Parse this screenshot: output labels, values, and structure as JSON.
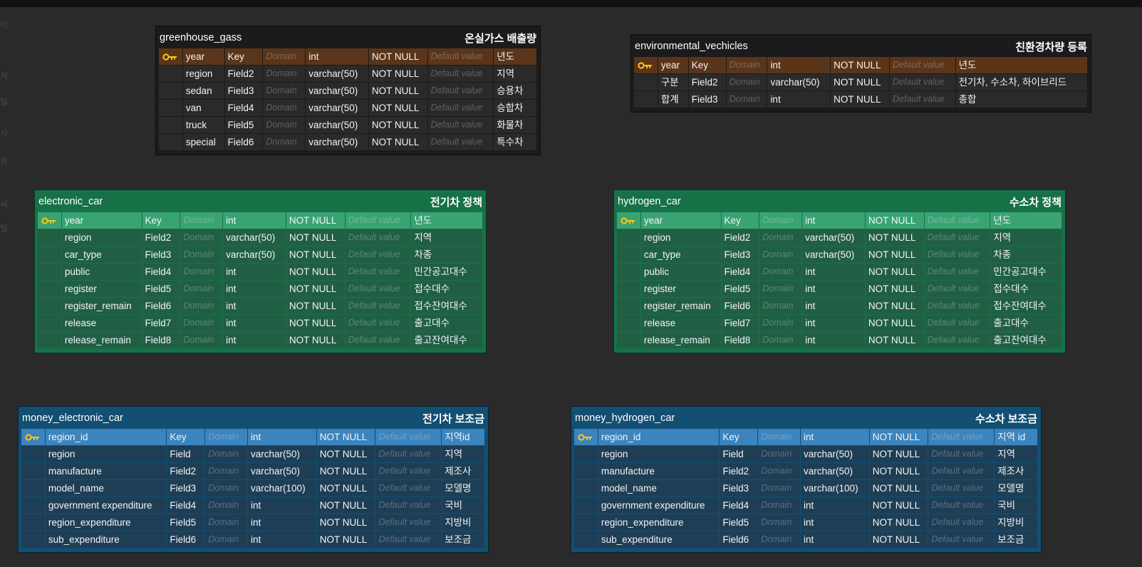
{
  "colors": {
    "canvas": "#2a2a2a",
    "gray_header": "#1b1b1b",
    "gray_pk_row": "#5a3519",
    "green_header": "#177147",
    "green_pk_row": "#3aa374",
    "blue_header": "#124f73",
    "blue_pk_row": "#3b84be",
    "key_icon": "#ffc516"
  },
  "tables": [
    {
      "id": "greenhouse_gass",
      "name": "greenhouse_gass",
      "label": "온실가스 배출량",
      "theme": "gray",
      "columns": [
        {
          "pk": true,
          "name": "year",
          "key": "Key",
          "domain": "Domain",
          "type": "int",
          "nullable": "NOT NULL",
          "default": "Default value",
          "comment": "년도"
        },
        {
          "pk": false,
          "name": "region",
          "key": "Field2",
          "domain": "Domain",
          "type": "varchar(50)",
          "nullable": "NOT NULL",
          "default": "Default value",
          "comment": "지역"
        },
        {
          "pk": false,
          "name": "sedan",
          "key": "Field3",
          "domain": "Domain",
          "type": "varchar(50)",
          "nullable": "NOT NULL",
          "default": "Default value",
          "comment": "승용차"
        },
        {
          "pk": false,
          "name": "van",
          "key": "Field4",
          "domain": "Domain",
          "type": "varchar(50)",
          "nullable": "NOT NULL",
          "default": "Default value",
          "comment": "승합차"
        },
        {
          "pk": false,
          "name": "truck",
          "key": "Field5",
          "domain": "Domain",
          "type": "varchar(50)",
          "nullable": "NOT NULL",
          "default": "Default value",
          "comment": "화물차"
        },
        {
          "pk": false,
          "name": "special",
          "key": "Field6",
          "domain": "Domain",
          "type": "varchar(50)",
          "nullable": "NOT NULL",
          "default": "Default value",
          "comment": "특수차"
        }
      ]
    },
    {
      "id": "environmental_vechicles",
      "name": "environmental_vechicles",
      "label": "친환경차량 등록",
      "theme": "gray",
      "columns": [
        {
          "pk": true,
          "name": "year",
          "key": "Key",
          "domain": "Domain",
          "type": "int",
          "nullable": "NOT NULL",
          "default": "Default value",
          "comment": "년도"
        },
        {
          "pk": false,
          "name": "구분",
          "key": "Field2",
          "domain": "Domain",
          "type": "varchar(50)",
          "nullable": "NOT NULL",
          "default": "Default value",
          "comment": "전기차, 수소차, 하이브리드"
        },
        {
          "pk": false,
          "name": "합계",
          "key": "Field3",
          "domain": "Domain",
          "type": "int",
          "nullable": "NOT NULL",
          "default": "Default value",
          "comment": "총합"
        }
      ]
    },
    {
      "id": "electronic_car",
      "name": "electronic_car",
      "label": "전기차 정책",
      "theme": "green",
      "columns": [
        {
          "pk": true,
          "name": "year",
          "key": "Key",
          "domain": "Domain",
          "type": "int",
          "nullable": "NOT NULL",
          "default": "Default value",
          "comment": "년도"
        },
        {
          "pk": false,
          "name": "region",
          "key": "Field2",
          "domain": "Domain",
          "type": "varchar(50)",
          "nullable": "NOT NULL",
          "default": "Default value",
          "comment": "지역"
        },
        {
          "pk": false,
          "name": "car_type",
          "key": "Field3",
          "domain": "Domain",
          "type": "varchar(50)",
          "nullable": "NOT NULL",
          "default": "Default value",
          "comment": "차종"
        },
        {
          "pk": false,
          "name": "public",
          "key": "Field4",
          "domain": "Domain",
          "type": "int",
          "nullable": "NOT NULL",
          "default": "Default value",
          "comment": "민간공고대수"
        },
        {
          "pk": false,
          "name": "register",
          "key": "Field5",
          "domain": "Domain",
          "type": "int",
          "nullable": "NOT NULL",
          "default": "Default value",
          "comment": "접수대수"
        },
        {
          "pk": false,
          "name": "register_remain",
          "key": "Field6",
          "domain": "Domain",
          "type": "int",
          "nullable": "NOT NULL",
          "default": "Default value",
          "comment": "접수잔여대수"
        },
        {
          "pk": false,
          "name": "release",
          "key": "Field7",
          "domain": "Domain",
          "type": "int",
          "nullable": "NOT NULL",
          "default": "Default value",
          "comment": "출고대수"
        },
        {
          "pk": false,
          "name": "release_remain",
          "key": "Field8",
          "domain": "Domain",
          "type": "int",
          "nullable": "NOT NULL",
          "default": "Default value",
          "comment": "출고잔여대수"
        }
      ]
    },
    {
      "id": "hydrogen_car",
      "name": "hydrogen_car",
      "label": "수소차 정책",
      "theme": "green",
      "columns": [
        {
          "pk": true,
          "name": "year",
          "key": "Key",
          "domain": "Domain",
          "type": "int",
          "nullable": "NOT NULL",
          "default": "Default value",
          "comment": "년도"
        },
        {
          "pk": false,
          "name": "region",
          "key": "Field2",
          "domain": "Domain",
          "type": "varchar(50)",
          "nullable": "NOT NULL",
          "default": "Default value",
          "comment": "지역"
        },
        {
          "pk": false,
          "name": "car_type",
          "key": "Field3",
          "domain": "Domain",
          "type": "varchar(50)",
          "nullable": "NOT NULL",
          "default": "Default value",
          "comment": "차종"
        },
        {
          "pk": false,
          "name": "public",
          "key": "Field4",
          "domain": "Domain",
          "type": "int",
          "nullable": "NOT NULL",
          "default": "Default value",
          "comment": "민간공고대수"
        },
        {
          "pk": false,
          "name": "register",
          "key": "Field5",
          "domain": "Domain",
          "type": "int",
          "nullable": "NOT NULL",
          "default": "Default value",
          "comment": "접수대수"
        },
        {
          "pk": false,
          "name": "register_remain",
          "key": "Field6",
          "domain": "Domain",
          "type": "int",
          "nullable": "NOT NULL",
          "default": "Default value",
          "comment": "접수잔여대수"
        },
        {
          "pk": false,
          "name": "release",
          "key": "Field7",
          "domain": "Domain",
          "type": "int",
          "nullable": "NOT NULL",
          "default": "Default value",
          "comment": "출고대수"
        },
        {
          "pk": false,
          "name": "release_remain",
          "key": "Field8",
          "domain": "Domain",
          "type": "int",
          "nullable": "NOT NULL",
          "default": "Default value",
          "comment": "출고잔여대수"
        }
      ]
    },
    {
      "id": "money_electronic_car",
      "name": "money_electronic_car",
      "label": "전기차 보조금",
      "theme": "blue",
      "columns": [
        {
          "pk": true,
          "name": "region_id",
          "key": "Key",
          "domain": "Domain",
          "type": "int",
          "nullable": "NOT NULL",
          "default": "Default value",
          "comment": "지역id"
        },
        {
          "pk": false,
          "name": "region",
          "key": "Field",
          "domain": "Domain",
          "type": "varchar(50)",
          "nullable": "NOT NULL",
          "default": "Default value",
          "comment": "지역"
        },
        {
          "pk": false,
          "name": "manufacture",
          "key": "Field2",
          "domain": "Domain",
          "type": "varchar(50)",
          "nullable": "NOT NULL",
          "default": "Default value",
          "comment": "제조사"
        },
        {
          "pk": false,
          "name": "model_name",
          "key": "Field3",
          "domain": "Domain",
          "type": "varchar(100)",
          "nullable": "NOT NULL",
          "default": "Default value",
          "comment": "모델명"
        },
        {
          "pk": false,
          "name": "government expenditure",
          "key": "Field4",
          "domain": "Domain",
          "type": "int",
          "nullable": "NOT NULL",
          "default": "Default value",
          "comment": "국비"
        },
        {
          "pk": false,
          "name": "region_expenditure",
          "key": "Field5",
          "domain": "Domain",
          "type": "int",
          "nullable": "NOT NULL",
          "default": "Default value",
          "comment": "지방비"
        },
        {
          "pk": false,
          "name": "sub_expenditure",
          "key": "Field6",
          "domain": "Domain",
          "type": "int",
          "nullable": "NOT NULL",
          "default": "Default value",
          "comment": "보조금"
        }
      ]
    },
    {
      "id": "money_hydrogen_car",
      "name": "money_hydrogen_car",
      "label": "수소차 보조금",
      "theme": "blue",
      "columns": [
        {
          "pk": true,
          "name": "region_id",
          "key": "Key",
          "domain": "Domain",
          "type": "int",
          "nullable": "NOT NULL",
          "default": "Default value",
          "comment": "지역 id"
        },
        {
          "pk": false,
          "name": "region",
          "key": "Field",
          "domain": "Domain",
          "type": "varchar(50)",
          "nullable": "NOT NULL",
          "default": "Default value",
          "comment": "지역"
        },
        {
          "pk": false,
          "name": "manufacture",
          "key": "Field2",
          "domain": "Domain",
          "type": "varchar(50)",
          "nullable": "NOT NULL",
          "default": "Default value",
          "comment": "제조사"
        },
        {
          "pk": false,
          "name": "model_name",
          "key": "Field3",
          "domain": "Domain",
          "type": "varchar(100)",
          "nullable": "NOT NULL",
          "default": "Default value",
          "comment": "모델명"
        },
        {
          "pk": false,
          "name": "government expenditure",
          "key": "Field4",
          "domain": "Domain",
          "type": "int",
          "nullable": "NOT NULL",
          "default": "Default value",
          "comment": "국비"
        },
        {
          "pk": false,
          "name": "region_expenditure",
          "key": "Field5",
          "domain": "Domain",
          "type": "int",
          "nullable": "NOT NULL",
          "default": "Default value",
          "comment": "지방비"
        },
        {
          "pk": false,
          "name": "sub_expenditure",
          "key": "Field6",
          "domain": "Domain",
          "type": "int",
          "nullable": "NOT NULL",
          "default": "Default value",
          "comment": "보조금"
        }
      ]
    }
  ]
}
